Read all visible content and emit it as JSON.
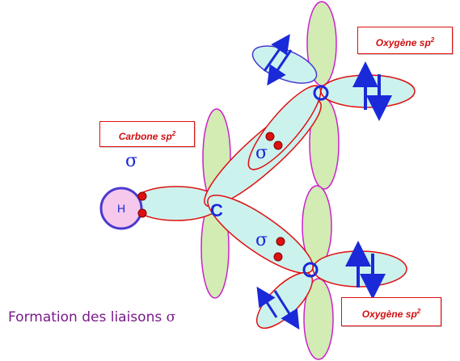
{
  "labels": {
    "carbone": "Carbone sp",
    "carbone_exp": "2",
    "oxygene_top": "Oxygène sp",
    "oxygene_top_exp": "2",
    "oxygene_bottom": "Oxygène sp",
    "oxygene_bottom_exp": "2"
  },
  "atoms": {
    "hydrogen": "H",
    "carbon": "C"
  },
  "sigma_symbols": {
    "left": "σ",
    "upper": "σ",
    "lower": "σ"
  },
  "caption": {
    "text": "Formation des liaisons ",
    "symbol": "σ"
  },
  "colors": {
    "lobe_fill": "#ccf2ee",
    "lobe_stroke": "#e01010",
    "p_orbital_fill": "#d2ecb4",
    "p_orbital_stroke": "#cc22cc",
    "h_fill": "#f5c8ec",
    "h_stroke": "#4a3ad0",
    "electron": "#e01010",
    "arrow": "#1a2ad8",
    "atom_label": "#1a2ad8",
    "caption": "#7a1a8a"
  }
}
